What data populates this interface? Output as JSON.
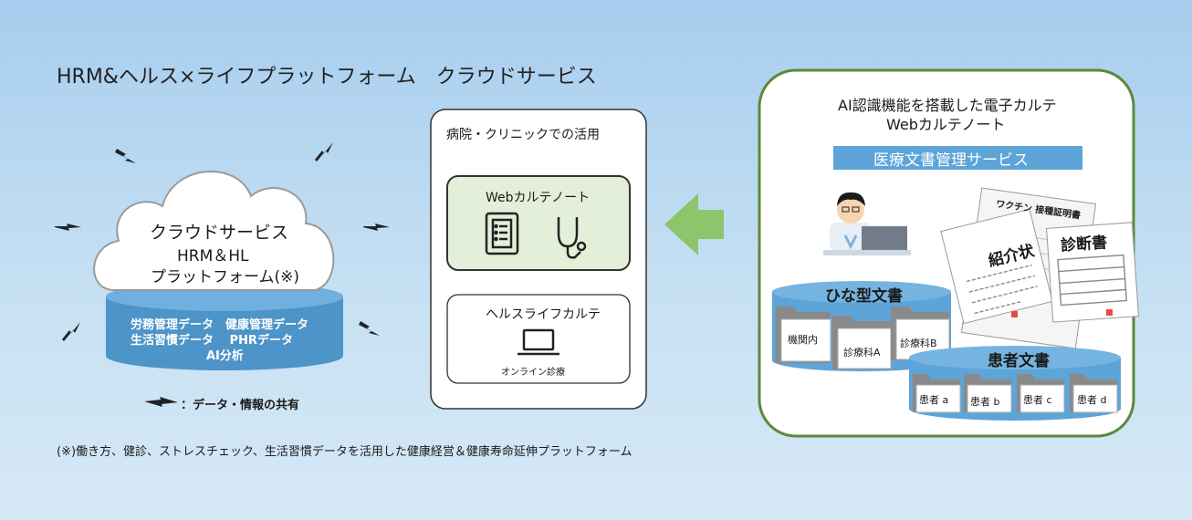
{
  "title": "HRM&ヘルス×ライフプラットフォーム　クラウドサービス",
  "cloud": {
    "line1": "クラウドサービス",
    "line2": "HRM＆HL",
    "line3": "プラットフォーム(※)"
  },
  "database": {
    "line1": "労務管理データ　健康管理データ",
    "line2": "生活習慣データ　 PHRデータ",
    "line3": "AI分析"
  },
  "legend": {
    "text": "：データ・情報の共有",
    "icon": "lightning-bolt-icon"
  },
  "footnote": "(※)働き方、健診、ストレスチェック、生活習慣データを活用した健康経営＆健康寿命延伸プラットフォーム",
  "clinic": {
    "title": "病院・クリニックでの活用",
    "web_karte": {
      "label": "Webカルテノート",
      "icons": [
        "clipboard-icon",
        "stethoscope-icon"
      ]
    },
    "health_life": {
      "label": "ヘルスライフカルテ",
      "sublabel": "オンライン診療",
      "icon": "laptop-icon"
    }
  },
  "arrow": {
    "icon": "arrow-left-icon",
    "color": "#8cc56b"
  },
  "ai_panel": {
    "title_line1": "AI認識機能を搭載した電子カルテ",
    "title_line2": "Webカルテノート",
    "service_label": "医療文書管理サービス",
    "doc_vaccine": "ワクチン 接種証明書",
    "doc_shokai": "紹介状",
    "doc_shindan": "診断書",
    "template_docs": {
      "label": "ひな型文書",
      "folders": [
        "機関内",
        "診療科A",
        "診療科B"
      ]
    },
    "patient_docs": {
      "label": "患者文書",
      "folders": [
        "患者 a",
        "患者 b",
        "患者 c",
        "患者 d"
      ]
    }
  },
  "colors": {
    "db_blue": "#4d94c8",
    "panel_border": "#5b8a3a",
    "web_karte_bg": "#e3efd9",
    "service_label_bg": "#5da4d8"
  }
}
